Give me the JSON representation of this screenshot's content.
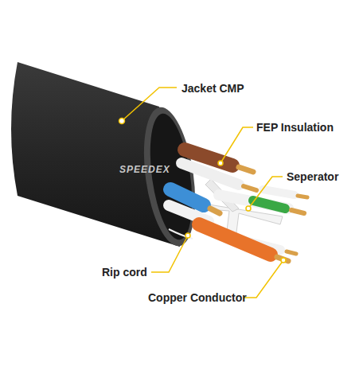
{
  "diagram": {
    "labels": [
      "Jacket CMP",
      "FEP Insulation",
      "Seperator",
      "Rip cord",
      "Copper Conductor",
      "SPEEDEX"
    ]
  }
}
